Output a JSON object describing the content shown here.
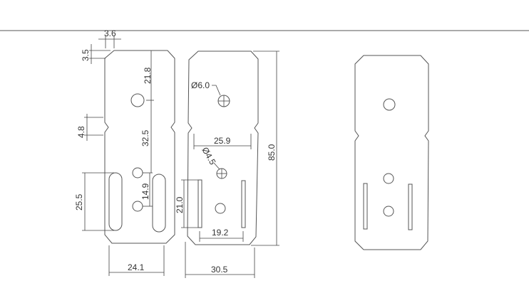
{
  "drawing": {
    "front_view": {
      "dims": {
        "chamfer_w": "3.6",
        "chamfer_h": "3.5",
        "notch": "4.8",
        "top_to_hole": "21.8",
        "hole_to_holes": "32.5",
        "hole_spacing": "14.9",
        "slot_length": "25.5",
        "width": "24.1"
      }
    },
    "dimension_view": {
      "dims": {
        "large_hole": "Ø6.0",
        "neck_width": "25.9",
        "small_hole": "Ø4.5",
        "slot_length": "21.0",
        "slot_spacing": "19.2",
        "width": "30.5",
        "height": "85.0"
      }
    },
    "plain_view": {}
  }
}
